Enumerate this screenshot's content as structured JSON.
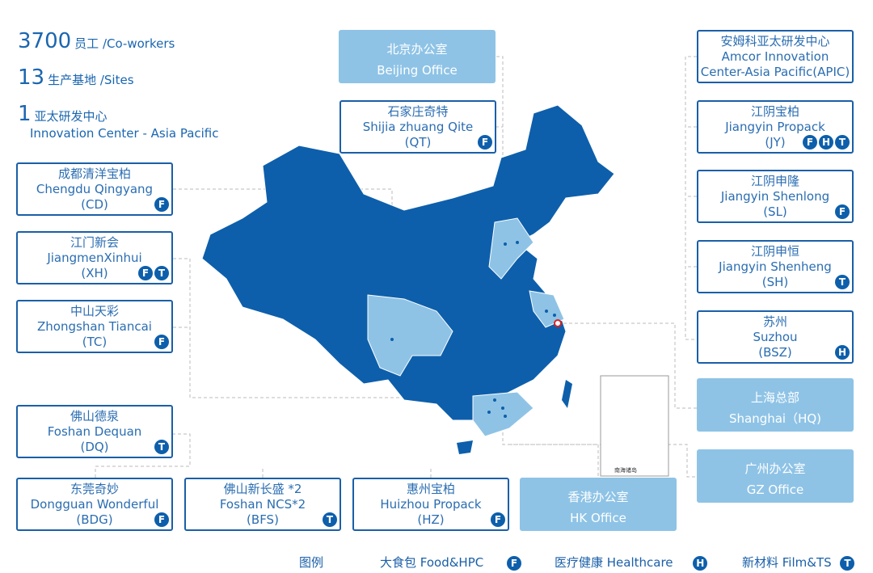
{
  "stats": [
    {
      "num": "3700",
      "label": "员工 /Co-workers"
    },
    {
      "num": "13",
      "label": "生产基地 /Sites"
    },
    {
      "num": "1",
      "label": "亚太研发中心",
      "sub": "Innovation Center - Asia Pacific"
    }
  ],
  "sites": [
    {
      "cn": "北京办公室",
      "en": "Beijing Office",
      "code": "",
      "badges": [],
      "style": "filled"
    },
    {
      "cn": "石家庄奇特",
      "en": "Shijia zhuang Qite",
      "code": "(QT)",
      "badges": [
        "F"
      ],
      "style": "outline"
    },
    {
      "cn": "成都清洋宝柏",
      "en": "Chengdu Qingyang",
      "code": "(CD)",
      "badges": [
        "F"
      ],
      "style": "outline"
    },
    {
      "cn": "江门新会",
      "en": "JiangmenXinhui",
      "code": "(XH)",
      "badges": [
        "F",
        "T"
      ],
      "style": "outline"
    },
    {
      "cn": "中山天彩",
      "en": "Zhongshan Tiancai",
      "code": "(TC)",
      "badges": [
        "F"
      ],
      "style": "outline"
    },
    {
      "cn": "佛山德泉",
      "en": "Foshan Dequan",
      "code": "(DQ)",
      "badges": [
        "T"
      ],
      "style": "outline"
    },
    {
      "cn": "东莞奇妙",
      "en": "Dongguan Wonderful",
      "code": "(BDG)",
      "badges": [
        "F"
      ],
      "style": "outline"
    },
    {
      "cn": "佛山新长盛 *2",
      "en": "Foshan NCS*2",
      "code": "(BFS)",
      "badges": [
        "T"
      ],
      "style": "outline"
    },
    {
      "cn": "惠州宝柏",
      "en": "Huizhou Propack",
      "code": "(HZ)",
      "badges": [
        "F"
      ],
      "style": "outline"
    },
    {
      "cn": "香港办公室",
      "en": "HK Office",
      "code": "",
      "badges": [],
      "style": "filled"
    },
    {
      "cn": "安姆科亚太研发中心",
      "en": "Amcor Innovation",
      "code": "Center-Asia Pacific(APIC)",
      "badges": [],
      "style": "outline"
    },
    {
      "cn": "江阴宝柏",
      "en": "Jiangyin Propack",
      "code": "(JY)",
      "badges": [
        "F",
        "H",
        "T"
      ],
      "style": "outline"
    },
    {
      "cn": "江阴申隆",
      "en": "Jiangyin Shenlong",
      "code": "(SL)",
      "badges": [
        "F"
      ],
      "style": "outline"
    },
    {
      "cn": "江阴申恒",
      "en": "Jiangyin Shenheng",
      "code": "(SH)",
      "badges": [
        "T"
      ],
      "style": "outline"
    },
    {
      "cn": "苏州",
      "en": "Suzhou",
      "code": "(BSZ)",
      "badges": [
        "H"
      ],
      "style": "outline"
    },
    {
      "cn": "上海总部",
      "en": "Shanghai（HQ)",
      "code": "",
      "badges": [],
      "style": "filled"
    },
    {
      "cn": "广州办公室",
      "en": "GZ Office",
      "code": "",
      "badges": [],
      "style": "filled"
    }
  ],
  "legend": {
    "title": "图例",
    "items": [
      {
        "label": "大食包 Food&HPC",
        "badge": "F"
      },
      {
        "label": "医疗健康 Healthcare",
        "badge": "H"
      },
      {
        "label": "新材料 Film&TS",
        "badge": "T"
      }
    ]
  },
  "inset_label": "南海诸岛",
  "colors": {
    "map": "#0d5fab",
    "highlight": "#8ec3e6",
    "box_border": "#1a5fa8"
  }
}
